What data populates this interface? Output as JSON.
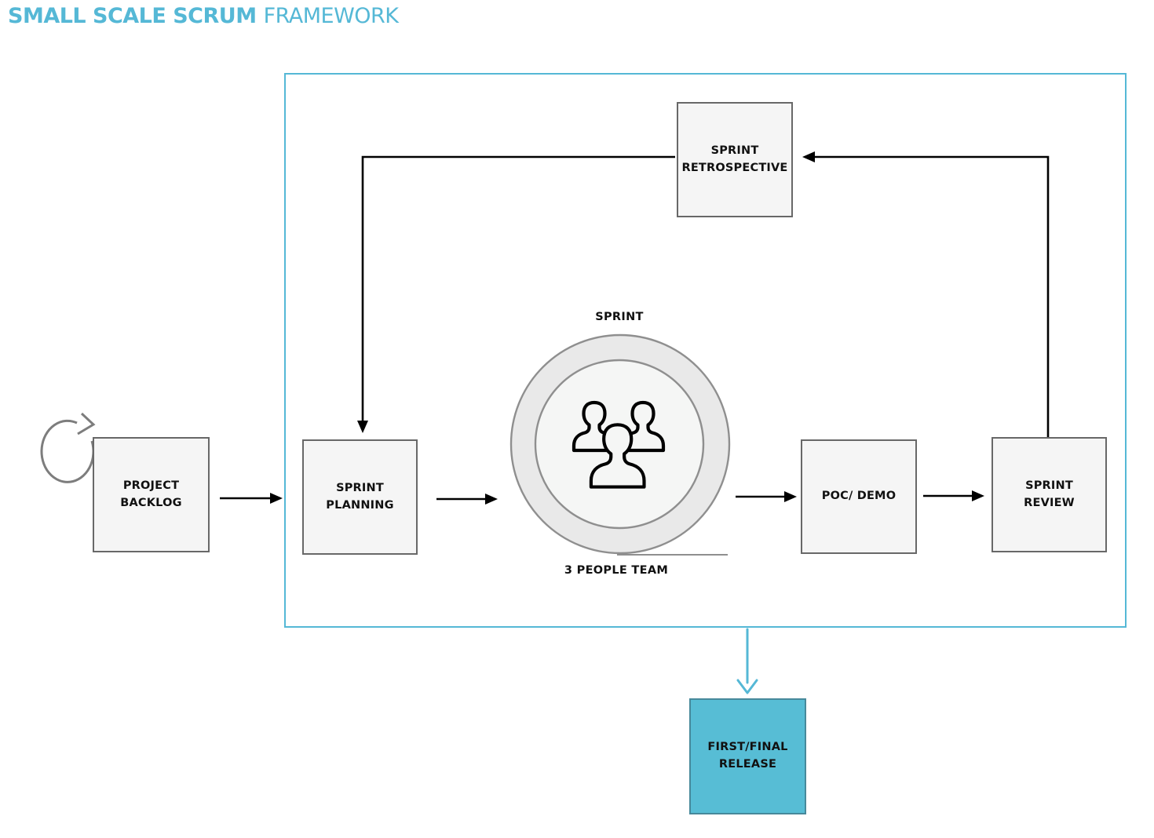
{
  "header": {
    "title_bold": "SMALL SCALE SCRUM",
    "title_light": "FRAMEWORK"
  },
  "colors": {
    "accent": "#55b8d6",
    "node_fill": "#f5f5f5",
    "node_border": "#686868",
    "ink": "#000000",
    "gray_line": "#7d7d7d",
    "ring_fill": "#e9e9e9",
    "ring_border": "#8f8f8f",
    "inner_fill": "#f5f6f5",
    "release_fill": "#57bdd5",
    "release_border": "#47899b",
    "label_ink": "#111111"
  },
  "diagram": {
    "nodes": {
      "sprint_retrospective": "SPRINT\nRETROSPECTIVE",
      "project_backlog": "PROJECT\nBACKLOG",
      "sprint_planning": "SPRINT\nPLANNING",
      "poc_demo": "POC/ DEMO",
      "sprint_review": "SPRINT\nREVIEW",
      "first_final_release": "FIRST/FINAL\nRELEASE"
    },
    "sprint_cycle": {
      "label": "SPRINT",
      "sublabel": "3 PEOPLE TEAM"
    }
  }
}
